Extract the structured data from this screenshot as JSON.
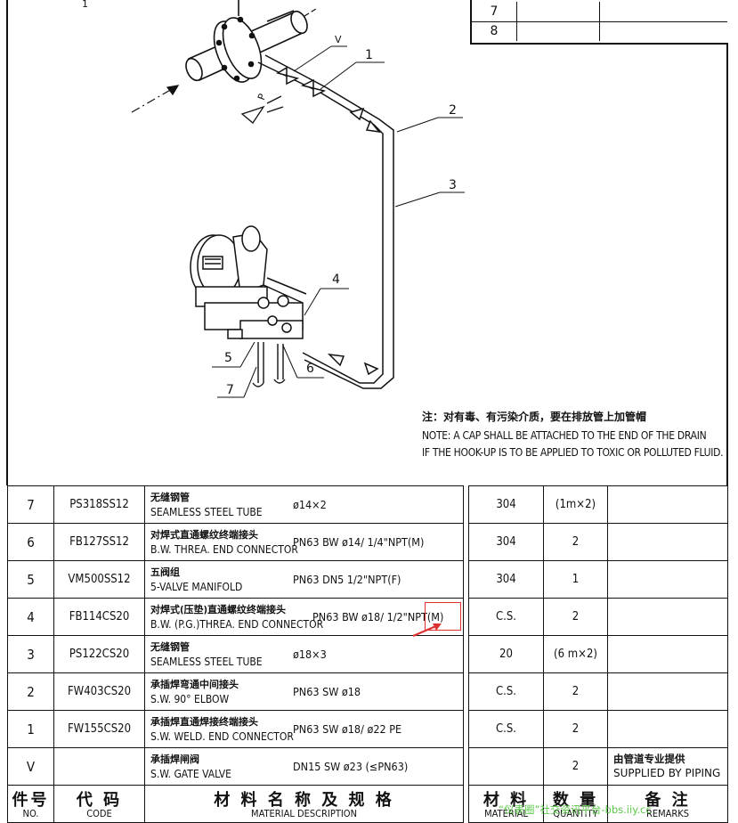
{
  "corner_table": {
    "rows": [
      {
        "no": "7"
      },
      {
        "no": "8"
      }
    ]
  },
  "drawing": {
    "labels": {
      "v": "V",
      "p": "P",
      "l1": "1",
      "l2": "2",
      "l3": "3",
      "l4": "4",
      "l5": "5",
      "l6": "6",
      "l7": "7",
      "l_top": "1"
    }
  },
  "note": {
    "zh": "注：对有毒、有污染介质，要在排放管上加管帽",
    "en_line1": "NOTE: A CAP SHALL BE ATTACHED TO THE END OF THE DRAIN",
    "en_line2": "IF THE HOOK-UP IS TO BE APPLIED TO TOXIC OR POLLUTED FLUID."
  },
  "bom": {
    "rows": [
      {
        "no": "7",
        "code": "PS318SS12",
        "zh": "无缝钢管",
        "en": "SEAMLESS STEEL TUBE",
        "spec": "ø14×2",
        "material": "304",
        "qty": "(1m×2)",
        "remark_zh": "",
        "remark_en": ""
      },
      {
        "no": "6",
        "code": "FB127SS12",
        "zh": "对焊式直通螺纹终端接头",
        "en": "B.W. THREA. END CONNECTOR",
        "spec": "PN63  BW ø14/ 1/4\"NPT(M)",
        "material": "304",
        "qty": "2",
        "remark_zh": "",
        "remark_en": ""
      },
      {
        "no": "5",
        "code": "VM500SS12",
        "zh": "五阀组",
        "en": "5-VALVE MANIFOLD",
        "spec": "PN63  DN5  1/2\"NPT(F)",
        "material": "304",
        "qty": "1",
        "remark_zh": "",
        "remark_en": ""
      },
      {
        "no": "4",
        "code": "FB114CS20",
        "zh": "对焊式(压垫)直通螺纹终端接头",
        "en": "B.W. (P.G.)THREA. END CONNECTOR",
        "spec": "PN63  BW ø18/ 1/2\"NPT(M)",
        "material": "C.S.",
        "qty": "2",
        "remark_zh": "",
        "remark_en": ""
      },
      {
        "no": "3",
        "code": "PS122CS20",
        "zh": "无缝钢管",
        "en": "SEAMLESS STEEL TUBE",
        "spec": "ø18×3",
        "material": "20",
        "qty": "(6 m×2)",
        "remark_zh": "",
        "remark_en": ""
      },
      {
        "no": "2",
        "code": "FW403CS20",
        "zh": "承插焊弯通中间接头",
        "en": "S.W. 90° ELBOW",
        "spec": "PN63  SW ø18",
        "material": "C.S.",
        "qty": "2",
        "remark_zh": "",
        "remark_en": ""
      },
      {
        "no": "1",
        "code": "FW155CS20",
        "zh": "承插焊直通焊接终端接头",
        "en": "S.W. WELD. END CONNECTOR",
        "spec": "PN63  SW ø18/ ø22 PE",
        "material": "C.S.",
        "qty": "2",
        "remark_zh": "",
        "remark_en": ""
      },
      {
        "no": "V",
        "code": "",
        "zh": "承插焊闸阀",
        "en": "S.W. GATE VALVE",
        "spec": "DN15  SW ø23  (≤PN63)",
        "material": "",
        "qty": "2",
        "remark_zh": "由管道专业提供",
        "remark_en": "SUPPLIED BY PIPING"
      }
    ],
    "header": {
      "no_zh": "件号",
      "no_en": "NO.",
      "code_zh": "代 码",
      "code_en": "CODE",
      "desc_zh": "材 料 名 称 及 规 格",
      "desc_en": "MATERIAL DESCRIPTION",
      "mat_zh": "材 料",
      "mat_en": "MATERIAL",
      "qty_zh": "数 量",
      "qty_en": "QUANTITY",
      "rem_zh": "备 注",
      "rem_en": "REMARKS"
    }
  },
  "watermark": "“仪表圈”社交资讯平台-bbs.iiy.cc"
}
